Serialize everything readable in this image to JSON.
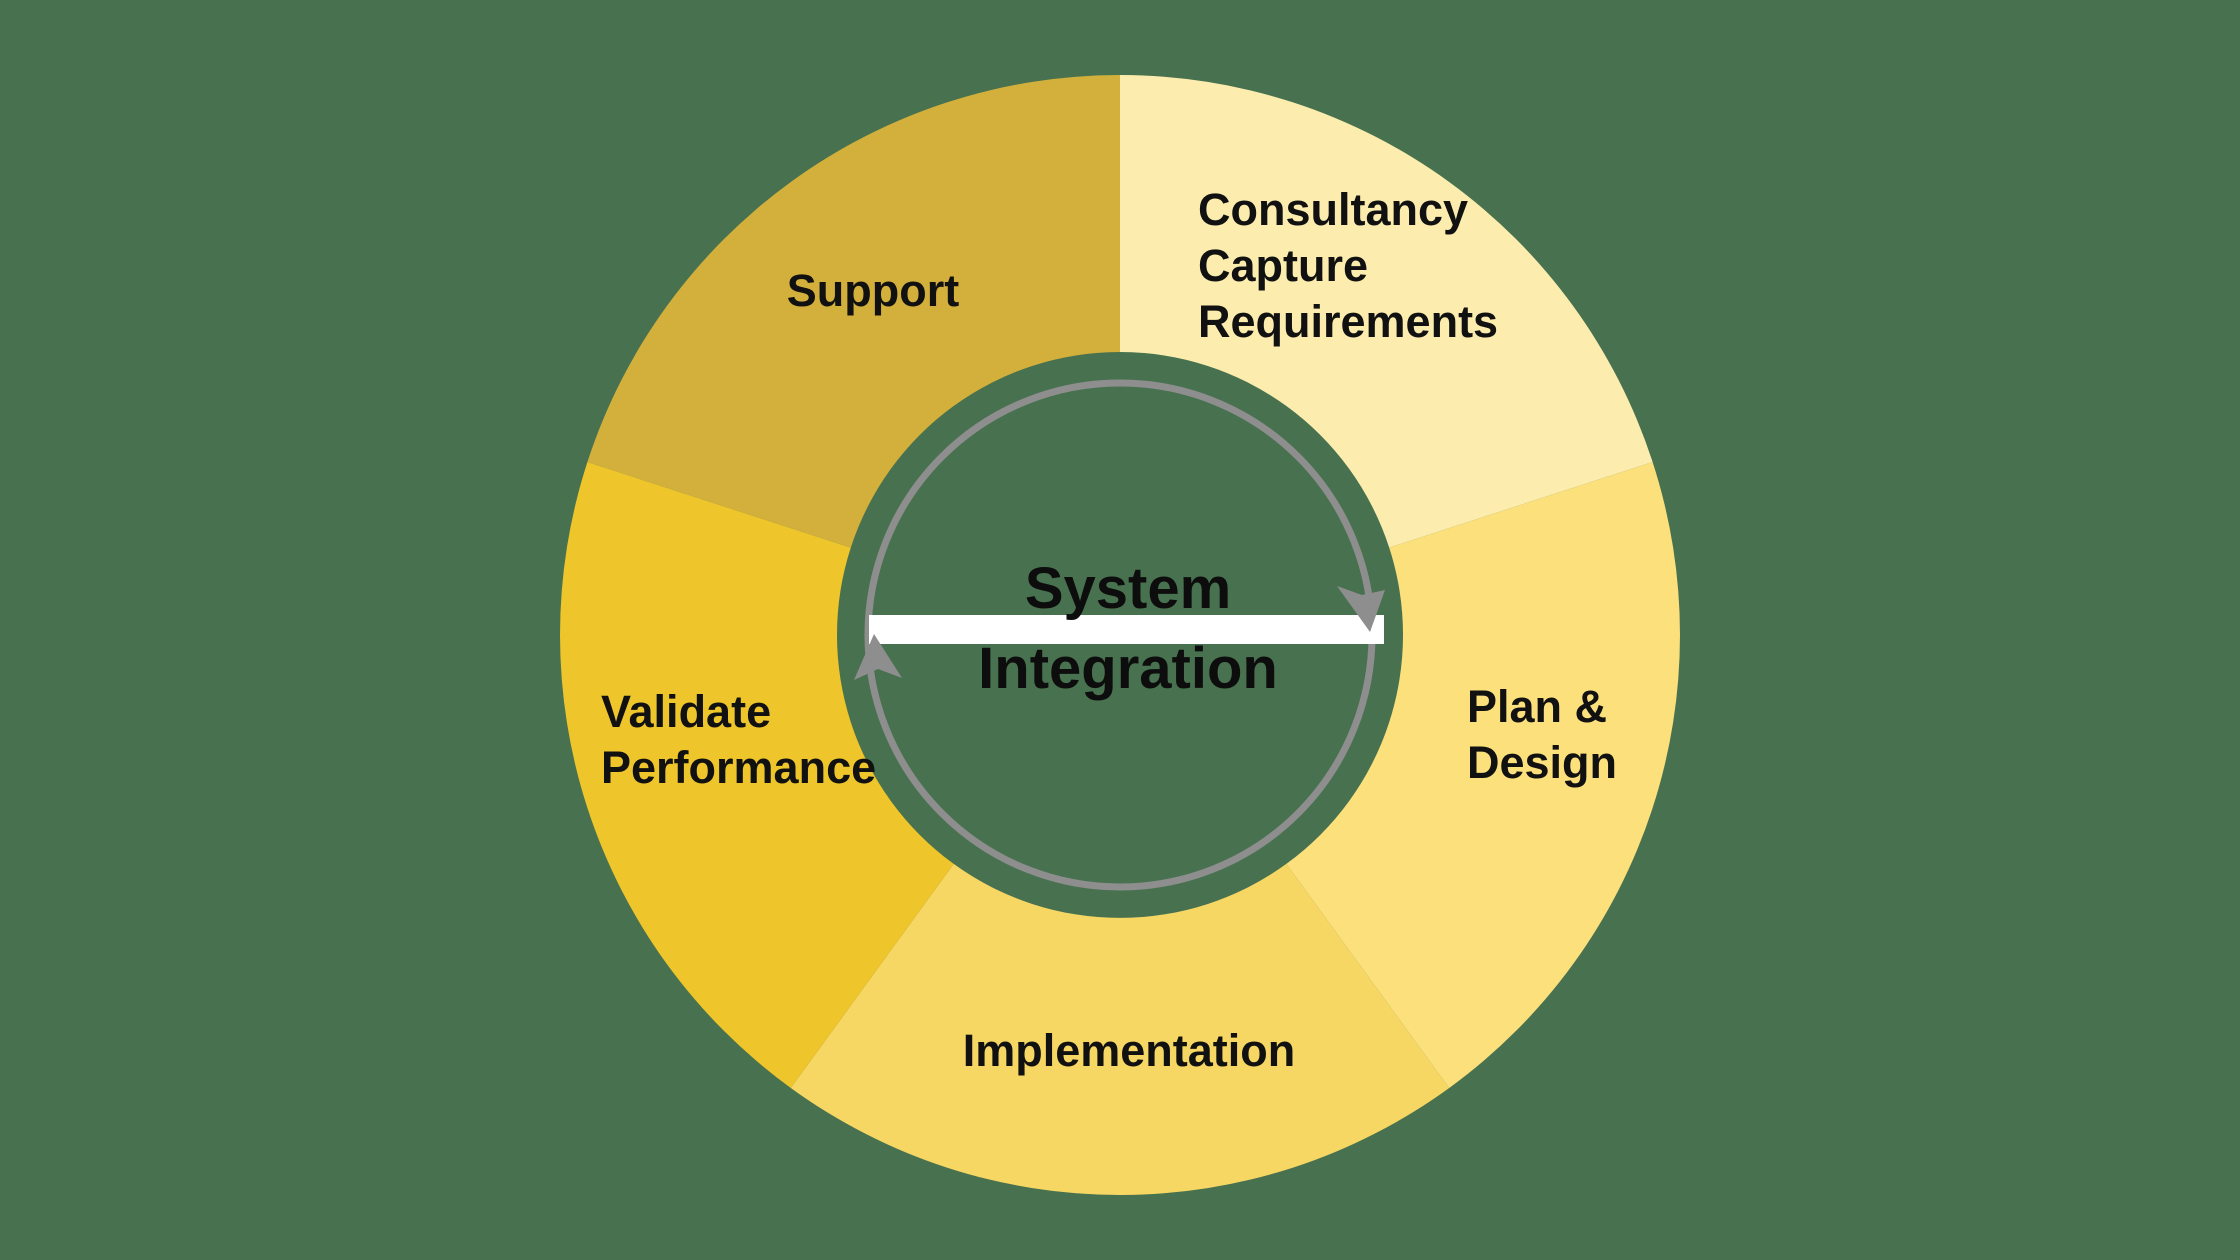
{
  "center": {
    "title": "System\nIntegration"
  },
  "segments": [
    {
      "id": "consultancy",
      "label": "Consultancy\nCapture\nRequirements",
      "color": "#FCEDAE"
    },
    {
      "id": "plan-design",
      "label": "Plan &\nDesign",
      "color": "#FBE07C"
    },
    {
      "id": "implementation",
      "label": "Implementation",
      "color": "#F7D764"
    },
    {
      "id": "validate-performance",
      "label": "Validate\nPerformance",
      "color": "#EEC52B"
    },
    {
      "id": "support",
      "label": "Support",
      "color": "#D3B03C"
    }
  ],
  "colors": {
    "background": "#48714F",
    "arrow_gray": "#8E8E8E",
    "bar_white": "#FFFFFF",
    "text": "#111111"
  }
}
